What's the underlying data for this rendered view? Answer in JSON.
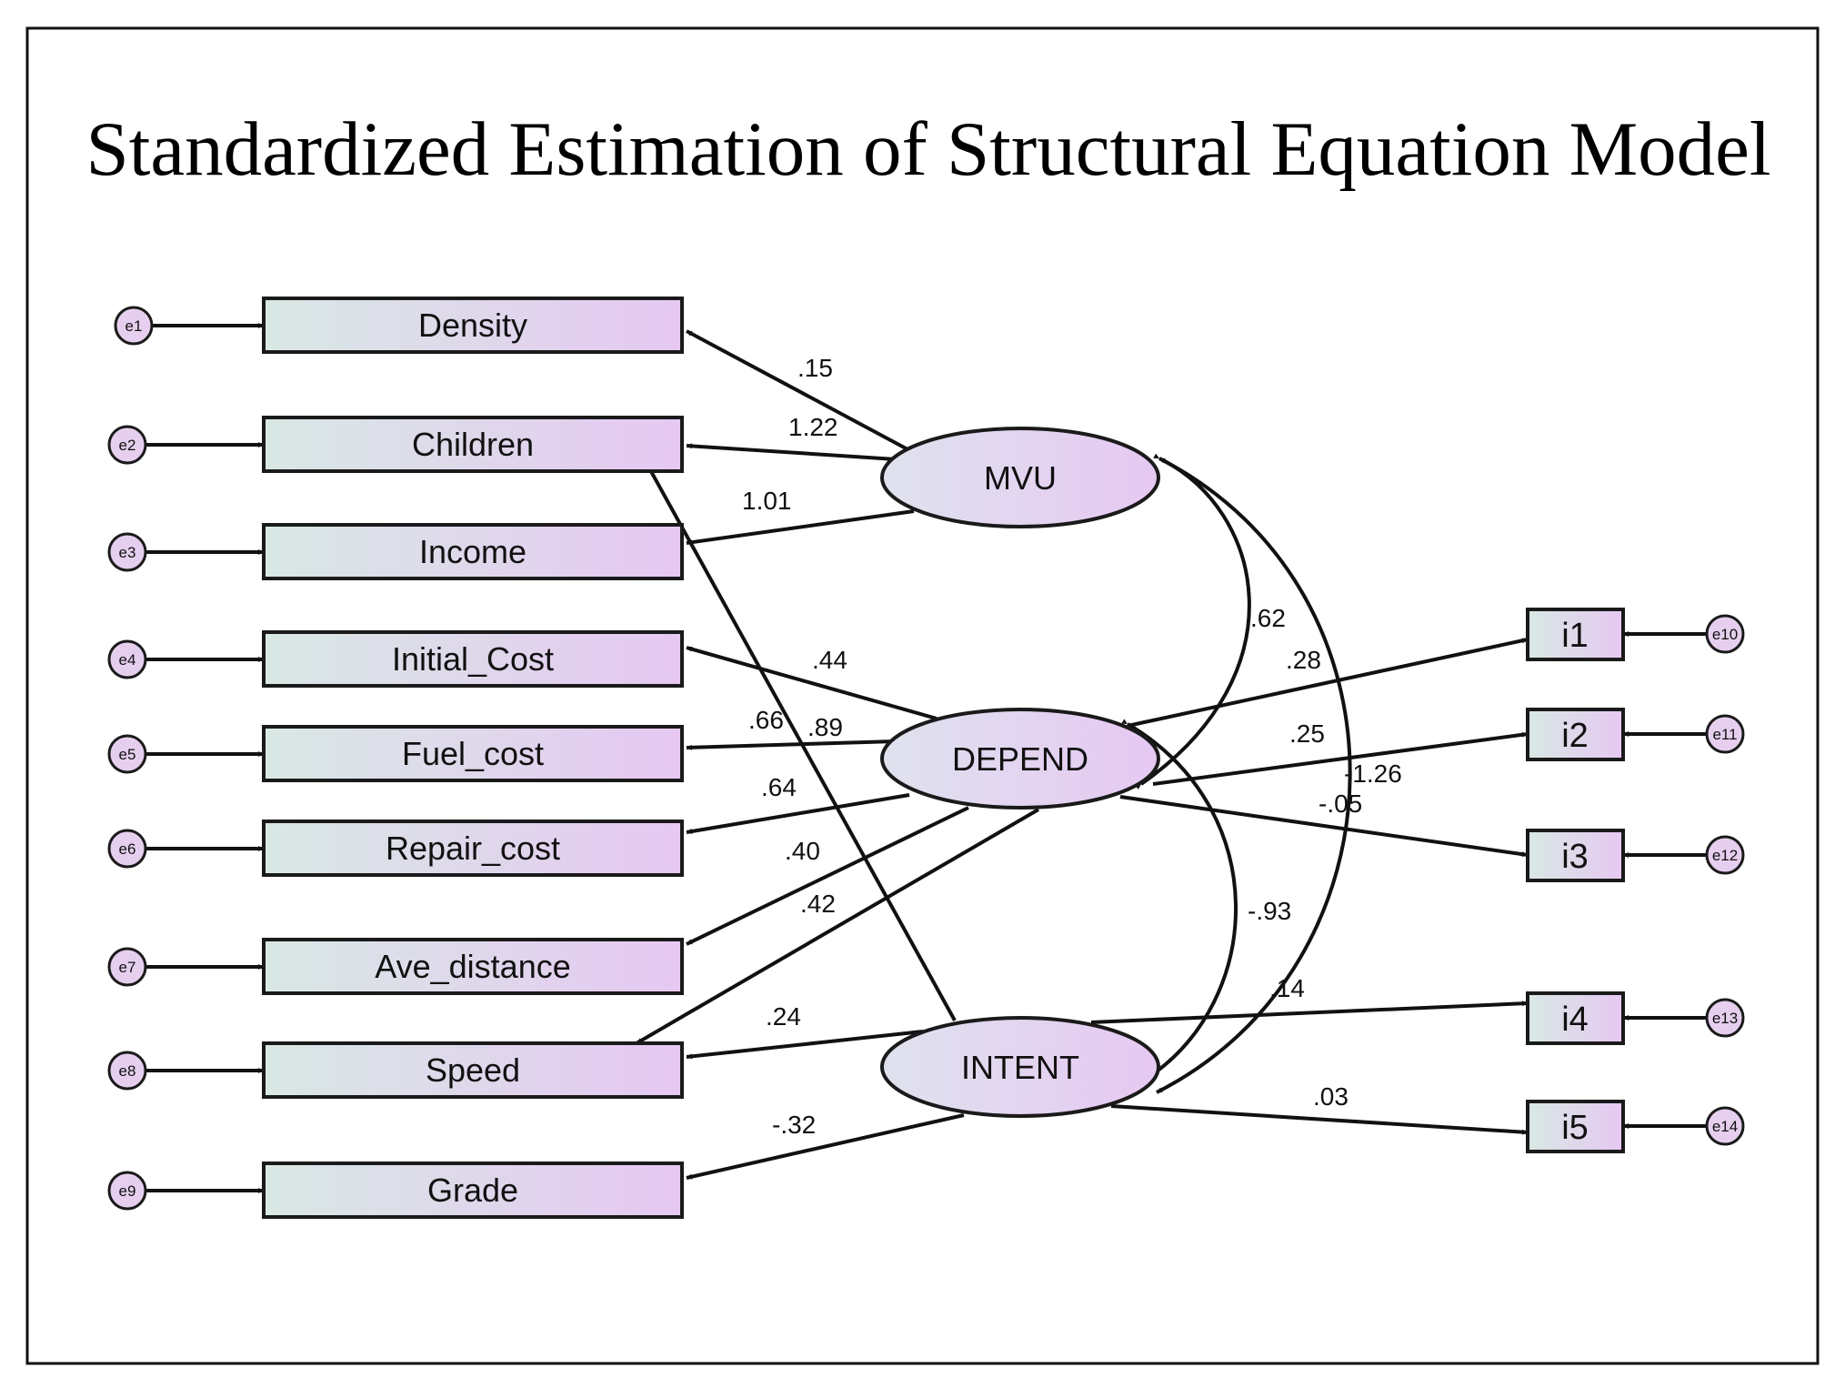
{
  "title": "Standardized Estimation of Structural Equation Model",
  "colors": {
    "box_gradient_start": "#d8e8e4",
    "box_gradient_end": "#e6c8f2",
    "ellipse_gradient_start": "#dfe2ee",
    "ellipse_gradient_end": "#e6c8f2",
    "error_fill": "#e6cfee",
    "line": "#111111"
  },
  "latent": {
    "mvu": "MVU",
    "depend": "DEPEND",
    "intent": "INTENT"
  },
  "observed_left": [
    {
      "label": "Density",
      "error": "e1"
    },
    {
      "label": "Children",
      "error": "e2"
    },
    {
      "label": "Income",
      "error": "e3"
    },
    {
      "label": "Initial_Cost",
      "error": "e4"
    },
    {
      "label": "Fuel_cost",
      "error": "e5"
    },
    {
      "label": "Repair_cost",
      "error": "e6"
    },
    {
      "label": "Ave_distance",
      "error": "e7"
    },
    {
      "label": "Speed",
      "error": "e8"
    },
    {
      "label": "Grade",
      "error": "e9"
    }
  ],
  "observed_right": [
    {
      "label": "i1",
      "error": "e10"
    },
    {
      "label": "i2",
      "error": "e11"
    },
    {
      "label": "i3",
      "error": "e12"
    },
    {
      "label": "i4",
      "error": "e13"
    },
    {
      "label": "i5",
      "error": "e14"
    }
  ],
  "coefficients": {
    "mvu_density": ".15",
    "mvu_children": "1.22",
    "mvu_income": "1.01",
    "depend_initial_cost": ".44",
    "intent_children": ".66",
    "depend_fuel_cost": ".89",
    "depend_repair_cost": ".64",
    "depend_ave_distance": ".40",
    "depend_speed": ".42",
    "intent_speed": ".24",
    "intent_grade": "-.32",
    "cov_mvu_depend": ".62",
    "depend_i1": ".28",
    "depend_i2": ".25",
    "cov_mvu_intent": "-1.26",
    "depend_i3": "-.05",
    "cov_depend_intent": "-.93",
    "intent_i4": ".14",
    "intent_i5": ".03"
  }
}
